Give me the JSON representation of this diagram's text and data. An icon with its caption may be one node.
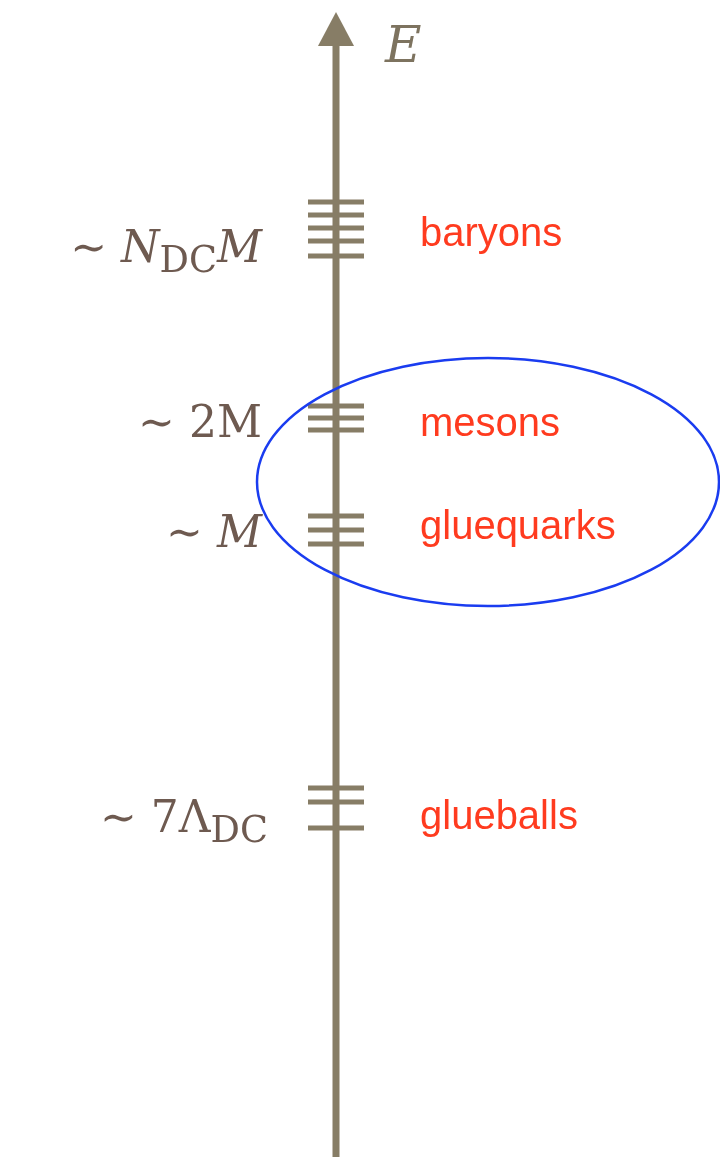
{
  "diagram": {
    "labels": [
      "E",
      "∼ *N*$_{DC}$*M*",
      "baryons",
      "∼ 2M",
      "mesons",
      "∼ *M*",
      "gluequarks",
      "∼ 7Λ$_{DC}$",
      "glueballs"
    ]
  }
}
